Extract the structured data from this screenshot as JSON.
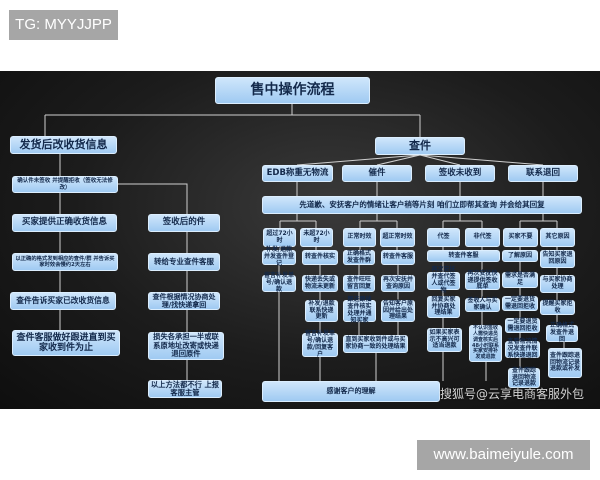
{
  "tags": {
    "top": "TG: MYYJJPP",
    "bottom": "www.baimeiyule.com"
  },
  "title": "售中操作流程",
  "watermark": "搜狐号@云享电商客服外包",
  "left": {
    "head": "发货后改收货信息",
    "confirm": "确认件未签收 并提醒拒收（签收无法修改）",
    "buyer_info": "买家提供正确收货信息",
    "send_format": "以正确的格式发到相应的查件/群 并告诉买家时效会慢约2天左右",
    "tell_buyer": "查件告诉买家已改收货信息",
    "follow": "查件客服做好跟进直到买家收到件为止"
  },
  "signed": {
    "head": "签收后的件",
    "transfer": "转给专业查件客服",
    "negotiate": "查件根据情况协商处理/找快递拿回",
    "loss": "损失各承担一半或联系原地址改寄或快递退回原件",
    "escalate": "以上方法都不行 上报客服主管"
  },
  "query": {
    "head": "查件",
    "cats": [
      "EDB称重无物流",
      "催件",
      "签收未收到",
      "联系退回"
    ],
    "soothe": "先道歉、安抚客户的情绪让客户稍等片刻 咱们立即帮其查询 并会给其回复",
    "subs": [
      "超过72小时",
      "未超72小时",
      "正常时效",
      "超正常时效",
      "代签",
      "非代签",
      "买家不要",
      "其它原因"
    ],
    "c1": [
      "补发/退款并发查件登记",
      "留言补发单号/确认退款"
    ],
    "c2": [
      "转查件核实",
      "快递丢失或物流未更新",
      "补发/退款联系快递更新",
      "留言补发单号/确认退款/回复客户"
    ],
    "c3": [
      "正确格式发查件群",
      "查件旺旺留言回复",
      "跟进跟催查件核实处理并通知买家"
    ],
    "c4": [
      "转查件客服",
      "再次安抚并查询原因",
      "告知客户原因并给出处理结果"
    ],
    "merge34": "直到买家收到件或与买家协商一致的处理结果",
    "sign_transfer": "转查件客服",
    "c5": [
      "再次安抚并查代签人或代签物",
      "回复买家并协商处理结果",
      "如果买家表示不高兴可适当退款"
    ],
    "c6": [
      "再次安抚快递提供签收底单",
      "签收人与买家确认",
      "不认识签收人需快递员调查核实后48小时联系买家安排补发或退款"
    ],
    "c7": [
      "了解原因",
      "需求是否满足",
      "一定要退货需退回拒收",
      "一定要退货需退回拒收",
      "查看物流情况发查件联系快递退回",
      "查件跟踪退回物流记录退款"
    ],
    "c8": [
      "告知买家退回原因",
      "与买家协商处理",
      "提醒买家拒收",
      "正确格式发查件退回",
      "查件跟踪退回物流记录退款或补发"
    ],
    "thanks": "感谢客户的理解"
  }
}
